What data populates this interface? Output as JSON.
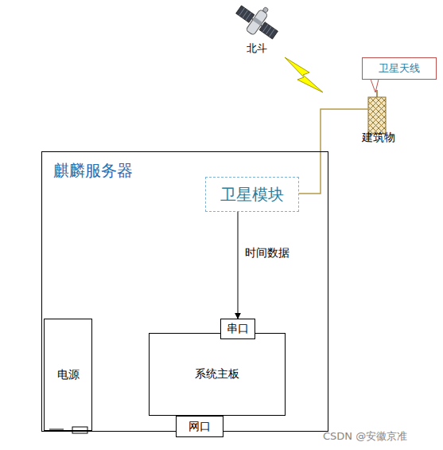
{
  "diagram": {
    "nodes": [
      {
        "text": [
          "卫星天线"
        ]
      },
      {
        "text": [
          "麒麟服务器"
        ]
      },
      {
        "text": [
          "卫星模块"
        ],
        "in": 1
      },
      {
        "text": [
          "电源"
        ],
        "in": 1
      },
      {
        "text": [
          "系统主板"
        ],
        "in": 1
      },
      {
        "text": [
          "串口"
        ],
        "in": 4
      },
      {
        "text": [
          "网口"
        ],
        "in": 4
      }
    ],
    "edges": [
      {
        "from": 2,
        "to": 5,
        "label": "时间数据",
        "arrow": "to"
      }
    ],
    "labels": [
      "北斗",
      "建筑物",
      "CSDN @安徽京准"
    ]
  }
}
